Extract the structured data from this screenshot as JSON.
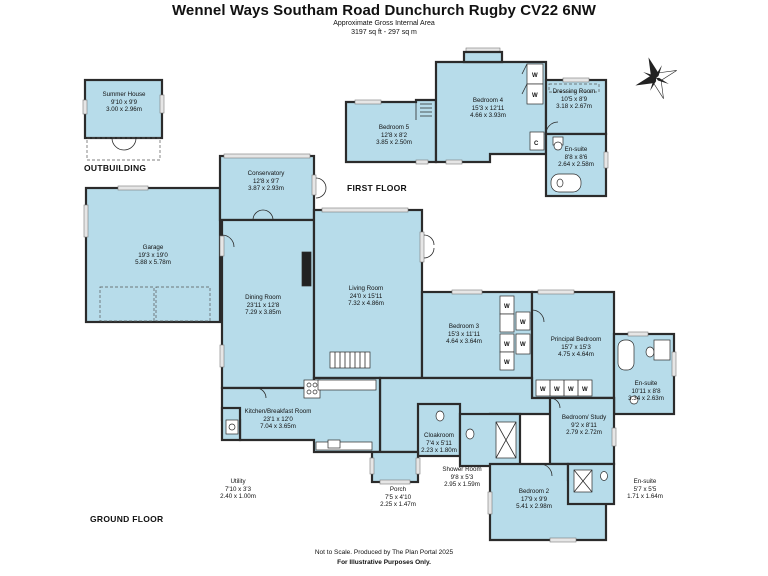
{
  "header": {
    "title": "Wennel Ways Southam Road Dunchurch Rugby CV22 6NW",
    "area_label": "Approximate Gross Internal Area",
    "area_value": "3197 sq ft - 297 sq m"
  },
  "floors": {
    "outbuilding": "OUTBUILDING",
    "first": "FIRST FLOOR",
    "ground": "GROUND FLOOR"
  },
  "rooms": {
    "summer_house": {
      "name": "Summer House",
      "imperial": "9'10 x 9'9",
      "metric": "3.00 x 2.96m"
    },
    "bedroom5": {
      "name": "Bedroom 5",
      "imperial": "12'8 x 8'2",
      "metric": "3.85 x 2.50m"
    },
    "bedroom4": {
      "name": "Bedroom 4",
      "imperial": "15'3 x 12'11",
      "metric": "4.66 x 3.93m"
    },
    "dressing": {
      "name": "Dressing Room",
      "imperial": "10'5 x 8'9",
      "metric": "3.18 x 2.67m"
    },
    "ensuite_ff": {
      "name": "En-suite",
      "imperial": "8'8 x 8'6",
      "metric": "2.64 x 2.58m"
    },
    "conservatory": {
      "name": "Conservatory",
      "imperial": "12'8 x 9'7",
      "metric": "3.87 x 2.93m"
    },
    "garage": {
      "name": "Garage",
      "imperial": "19'3 x 19'0",
      "metric": "5.88 x 5.78m"
    },
    "living": {
      "name": "Living Room",
      "imperial": "24'0 x 15'11",
      "metric": "7.32 x 4.86m"
    },
    "dining": {
      "name": "Dining Room",
      "imperial": "23'11 x 12'8",
      "metric": "7.29 x 3.85m"
    },
    "bedroom3": {
      "name": "Bedroom 3",
      "imperial": "15'3 x 11'11",
      "metric": "4.64 x 3.64m"
    },
    "principal": {
      "name": "Principal Bedroom",
      "imperial": "15'7 x 15'3",
      "metric": "4.75 x 4.64m"
    },
    "ensuite_p": {
      "name": "En-suite",
      "imperial": "10'11 x 8'8",
      "metric": "3.34 x 2.63m"
    },
    "kitchen": {
      "name": "Kitchen/Breakfast Room",
      "imperial": "23'1 x 12'0",
      "metric": "7.04 x 3.65m"
    },
    "bed_study": {
      "name": "Bedroom/ Study",
      "imperial": "9'2 x 8'11",
      "metric": "2.79 x 2.72m"
    },
    "cloakroom": {
      "name": "Cloakroom",
      "imperial": "7'4 x 5'11",
      "metric": "2.23 x 1.80m"
    },
    "shower": {
      "name": "Shower Room",
      "imperial": "9'8 x 5'3",
      "metric": "2.95 x 1.59m"
    },
    "utility": {
      "name": "Utility",
      "imperial": "7'10 x 3'3",
      "metric": "2.40 x 1.00m"
    },
    "porch": {
      "name": "Porch",
      "imperial": "7'5 x 4'10",
      "metric": "2.25 x 1.47m"
    },
    "bedroom2": {
      "name": "Bedroom 2",
      "imperial": "17'9 x 9'9",
      "metric": "5.41 x 2.98m"
    },
    "ensuite_s": {
      "name": "En-suite",
      "imperial": "5'7 x 5'5",
      "metric": "1.71 x 1.64m"
    }
  },
  "markers": {
    "wardrobe": "W",
    "cupboard": "C"
  },
  "footer": {
    "line1": "Not to Scale. Produced by The Plan Portal 2025",
    "line2": "For Illustrative Purposes Only."
  },
  "colors": {
    "room_fill": "#b7dcea",
    "wall": "#2b2b2b",
    "window": "#d9d9d9"
  },
  "icons": [
    "compass-rose-icon"
  ]
}
